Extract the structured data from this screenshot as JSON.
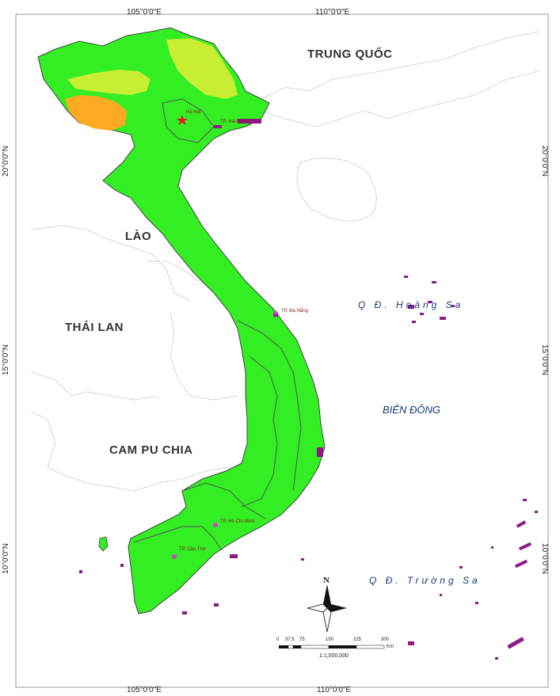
{
  "coords": {
    "top_left": "105°0'0\"E",
    "top_right": "110°0'0\"E",
    "bottom_left": "105°0'0\"E",
    "bottom_right": "110°0'0\"E",
    "lat_20": "20°0'0\"N",
    "lat_15": "15°0'0\"N",
    "lat_10": "10°0'0\"N"
  },
  "countries": {
    "china": "TRUNG QUỐC",
    "laos": "LÀO",
    "thailand": "THÁI LAN",
    "cambodia": "CAM PU CHIA"
  },
  "seas": {
    "east_sea": "BIỂN ĐÔNG",
    "paracel": "Q Đ. Hoàng Sa",
    "spratly": "Q Đ. Trường Sa"
  },
  "cities": {
    "da_nang": "TP. Đà Nẵng",
    "hanoi": "Hà Nội",
    "hai_phong": "TP. Hải Phòng",
    "hcmc": "TP. Hồ Chí Minh",
    "can_tho": "TP. Cần Thơ"
  },
  "compass": {
    "north": "N"
  },
  "scale": {
    "ticks": [
      "0",
      "37.5",
      "75",
      "150",
      "225",
      "300"
    ],
    "unit": "Km",
    "ratio": "1:1,000,000"
  },
  "colors": {
    "land": "#33ee22",
    "yellow_zone": "#c8ee33",
    "orange_zone": "#ffaa22",
    "islands": "#8b1a8b",
    "border": "#444444"
  }
}
